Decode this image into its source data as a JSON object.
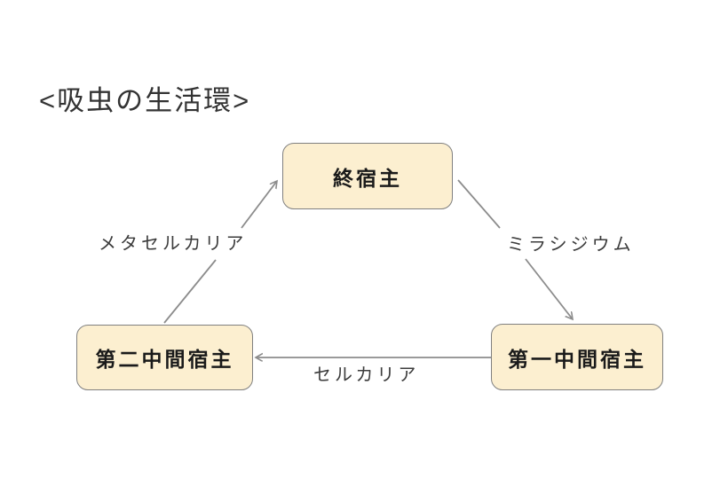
{
  "diagram": {
    "title": "<吸虫の生活環>",
    "nodes": [
      {
        "id": "definitive-host",
        "label": "終宿主"
      },
      {
        "id": "second-intermediate-host",
        "label": "第二中間宿主"
      },
      {
        "id": "first-intermediate-host",
        "label": "第一中間宿主"
      }
    ],
    "edges": [
      {
        "from": "second-intermediate-host",
        "to": "definitive-host",
        "label": "メタセルカリア"
      },
      {
        "from": "definitive-host",
        "to": "first-intermediate-host",
        "label": "ミラシジウム"
      },
      {
        "from": "first-intermediate-host",
        "to": "second-intermediate-host",
        "label": "セルカリア"
      }
    ],
    "colors": {
      "background": "#ffffff",
      "node_fill": "#fcefd0",
      "node_border": "#808080",
      "arrow": "#8c8c8c",
      "title_text": "#333333",
      "node_text": "#1a1a1a",
      "edge_label_text": "#3c3c3c"
    }
  }
}
